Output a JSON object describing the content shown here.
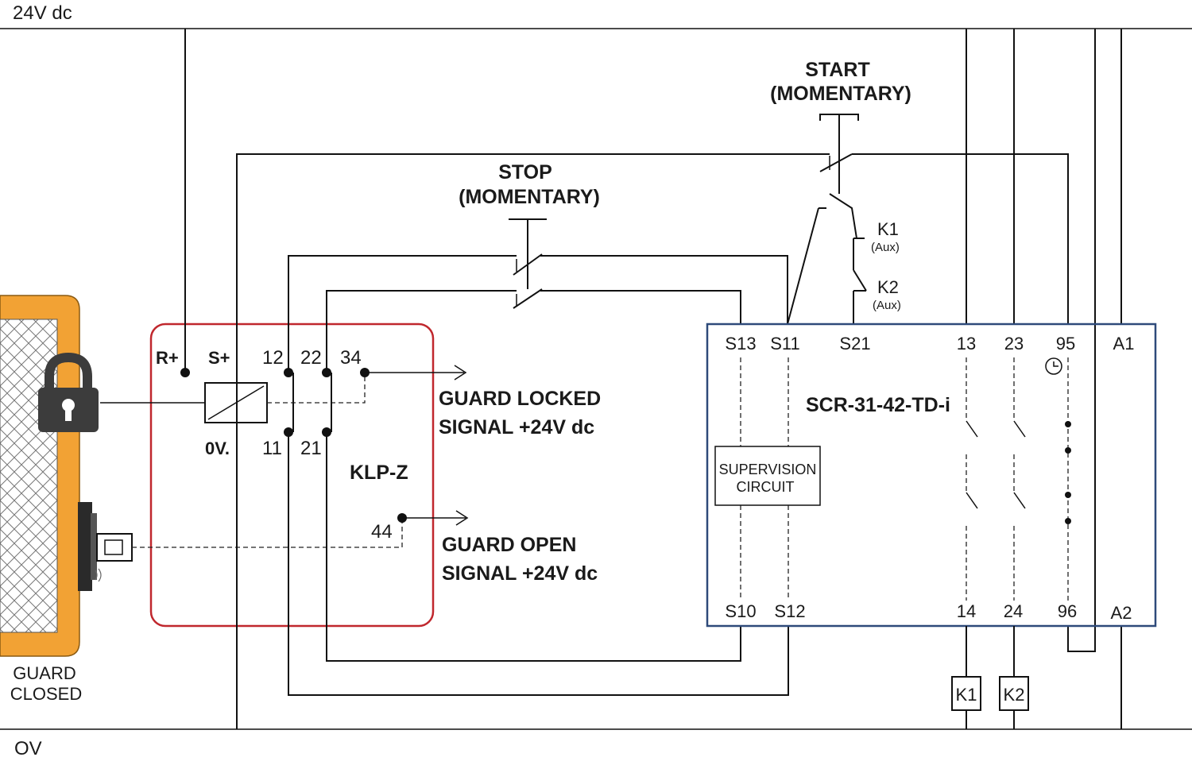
{
  "rails": {
    "top": "24V  dc",
    "bottom": "OV"
  },
  "guard": {
    "label_line1": "GUARD",
    "label_line2": "CLOSED",
    "frame_color": "#F2A234",
    "lock_icon": "padlock-icon"
  },
  "klp": {
    "name": "KLP-Z",
    "border_color": "#C0272D",
    "terminals": {
      "r_plus": "R+",
      "s_plus": "S+",
      "t12": "12",
      "t22": "22",
      "t34": "34",
      "zero_v": "0V.",
      "t11": "11",
      "t21": "21",
      "t44": "44"
    }
  },
  "signals": {
    "locked_line1": "GUARD LOCKED",
    "locked_line2": "SIGNAL +24V dc",
    "open_line1": "GUARD OPEN",
    "open_line2": "SIGNAL +24V dc"
  },
  "stop": {
    "line1": "STOP",
    "line2": "(MOMENTARY)"
  },
  "start": {
    "line1": "START",
    "line2": "(MOMENTARY)"
  },
  "aux": {
    "k1": "K1",
    "k1_sub": "(Aux)",
    "k2": "K2",
    "k2_sub": "(Aux)"
  },
  "scr": {
    "name": "SCR-31-42-TD-i",
    "border_color": "#2E4A7A",
    "supervision_line1": "SUPERVISION",
    "supervision_line2": "CIRCUIT",
    "top_terminals": [
      "S13",
      "S11",
      "S21",
      "13",
      "23",
      "95",
      "A1"
    ],
    "bottom_terminals": [
      "S10",
      "S12",
      "14",
      "24",
      "96",
      "A2"
    ],
    "timer_icon": "clock-icon"
  },
  "contactors": [
    "K1",
    "K2"
  ]
}
